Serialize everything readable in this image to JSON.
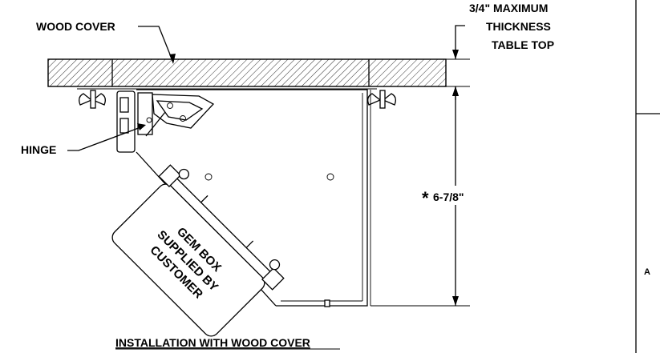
{
  "labels": {
    "wood_cover": "WOOD COVER",
    "thickness_line1": "3/4\" MAXIMUM",
    "thickness_line2": "THICKNESS",
    "thickness_line3": "TABLE TOP",
    "hinge": "HINGE",
    "dimension_asterisk": "*",
    "dimension_value": "6-7/8\"",
    "gem_line1": "GEM BOX",
    "gem_line2": "SUPPLIED BY",
    "gem_line3": "CUSTOMER",
    "title": "INSTALLATION WITH WOOD COVER",
    "border_letter": "A"
  }
}
